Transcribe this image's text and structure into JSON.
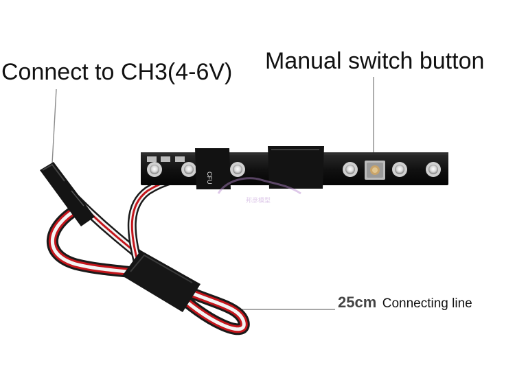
{
  "labels": {
    "connect": "Connect to CH3(4-6V)",
    "switch": "Manual switch button",
    "line_length": "25cm",
    "line_text": "Connecting line"
  },
  "board_marking": "CFU",
  "watermark_text": "邦彦模型",
  "colors": {
    "pcb": "#121212",
    "wire_red": "#c4161c",
    "wire_white": "#f4f4f4",
    "heatshrink": "#161616",
    "pointer": "#8a8a8a",
    "watermark": "#b88ad0"
  },
  "icons": [
    "led-lens",
    "tact-switch",
    "servo-connector"
  ]
}
